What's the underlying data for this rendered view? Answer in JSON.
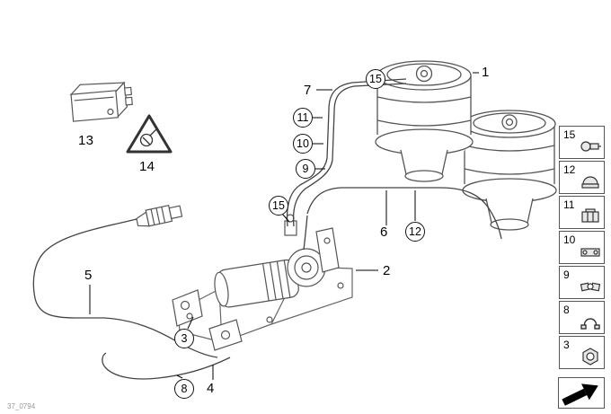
{
  "callouts": {
    "c1": "1",
    "c2": "2",
    "c3": "3",
    "c4": "4",
    "c5": "5",
    "c6": "6",
    "c7": "7",
    "c8": "8",
    "c9": "9",
    "c10": "10",
    "c11": "11",
    "c12": "12",
    "c13": "13",
    "c14": "14",
    "c15a": "15",
    "c15b": "15"
  },
  "sidebar": {
    "items": [
      {
        "label": "15",
        "icon": "valve-fitting-icon"
      },
      {
        "label": "12",
        "icon": "cap-nut-icon"
      },
      {
        "label": "11",
        "icon": "connector-block-icon"
      },
      {
        "label": "10",
        "icon": "holder-clip-icon"
      },
      {
        "label": "9",
        "icon": "union-fitting-icon"
      },
      {
        "label": "8",
        "icon": "hose-clip-icon"
      },
      {
        "label": "3",
        "icon": "hex-nut-icon"
      }
    ]
  },
  "footer": {
    "diagram_code": "37_0794"
  }
}
